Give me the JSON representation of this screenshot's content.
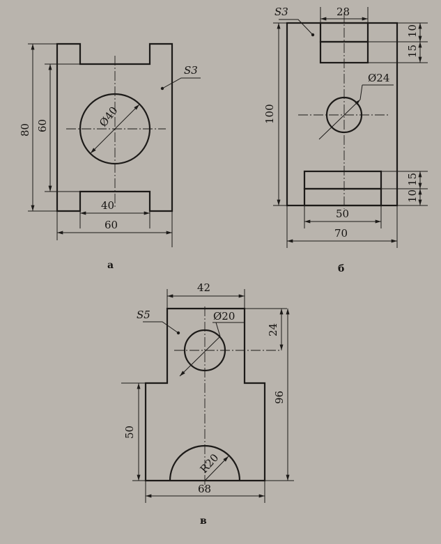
{
  "views": {
    "a": {
      "caption": "а",
      "surface": "S3",
      "dims": {
        "height_outer": "80",
        "height_inner": "60",
        "diameter": "Ø40",
        "slot_width": "40",
        "width": "60"
      }
    },
    "b": {
      "caption": "б",
      "surface": "S3",
      "dims": {
        "top_width": "28",
        "top_10": "10",
        "top_15": "15",
        "diameter": "Ø24",
        "height": "100",
        "bottom_15": "15",
        "bottom_10": "10",
        "inner_width": "50",
        "width": "70"
      }
    },
    "v": {
      "caption": "в",
      "surface": "S5",
      "dims": {
        "top_width": "42",
        "diameter": "Ø20",
        "hole_offset": "24",
        "height": "96",
        "lower_height": "50",
        "radius": "R20",
        "width": "68"
      }
    }
  }
}
